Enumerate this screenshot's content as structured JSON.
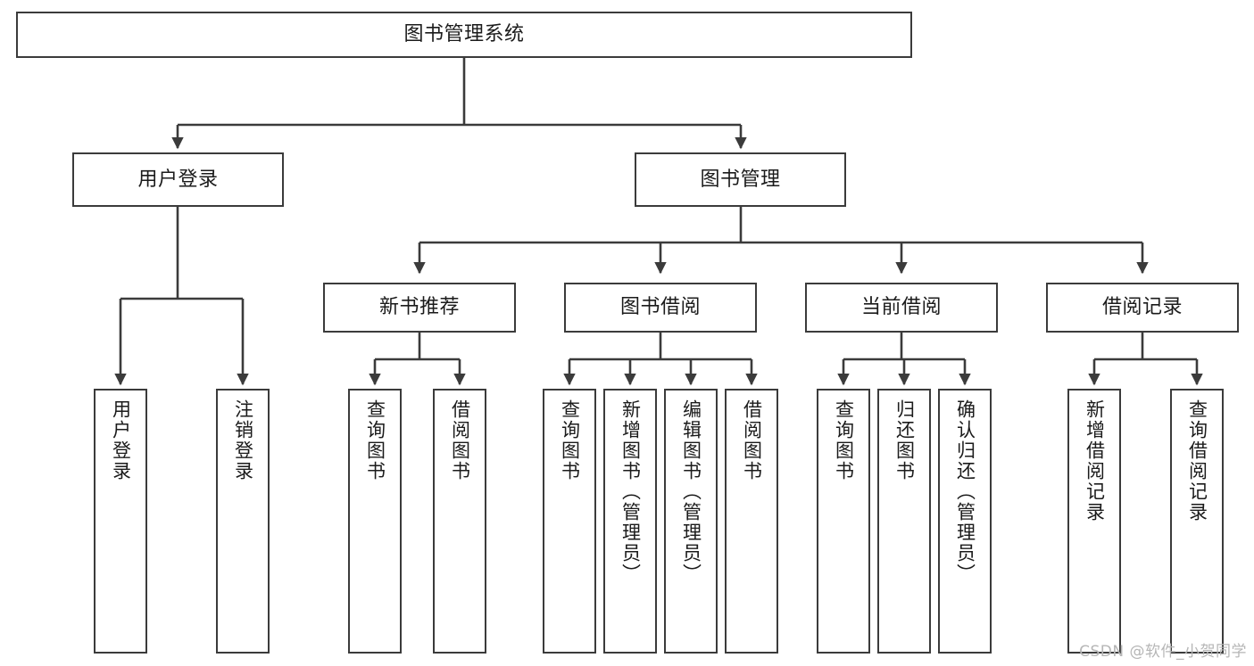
{
  "diagram": {
    "type": "tree",
    "title": "图书管理系统",
    "orientation": "top-down",
    "edge_style": "orthogonal-arrow",
    "colors": {
      "box_border": "#3b3b3b",
      "box_fill": "#ffffff",
      "edge": "#3b3b3b",
      "text": "#1b1b1b",
      "watermark": "#b6b6b6",
      "background": "#ffffff"
    }
  },
  "root": {
    "id": "root",
    "label": "图书管理系统"
  },
  "level2": [
    {
      "id": "user-login",
      "label": "用户登录"
    },
    {
      "id": "book-manage",
      "label": "图书管理"
    }
  ],
  "level3": [
    {
      "id": "new-book-recommend",
      "label": "新书推荐",
      "parent": "book-manage"
    },
    {
      "id": "book-borrow",
      "label": "图书借阅",
      "parent": "book-manage"
    },
    {
      "id": "current-borrow",
      "label": "当前借阅",
      "parent": "book-manage"
    },
    {
      "id": "borrow-record",
      "label": "借阅记录",
      "parent": "book-manage"
    }
  ],
  "leaves": [
    {
      "id": "leaf-user-login",
      "label": "用户登录",
      "parent": "user-login"
    },
    {
      "id": "leaf-user-logout",
      "label": "注销登录",
      "parent": "user-login"
    },
    {
      "id": "leaf-query-book-1",
      "label": "查询图书",
      "parent": "new-book-recommend"
    },
    {
      "id": "leaf-borrow-book-1",
      "label": "借阅图书",
      "parent": "new-book-recommend"
    },
    {
      "id": "leaf-query-book-2",
      "label": "查询图书",
      "parent": "book-borrow"
    },
    {
      "id": "leaf-add-book",
      "label": "新增图书（管理员）",
      "parent": "book-borrow"
    },
    {
      "id": "leaf-edit-book",
      "label": "编辑图书（管理员）",
      "parent": "book-borrow"
    },
    {
      "id": "leaf-borrow-book-2",
      "label": "借阅图书",
      "parent": "book-borrow"
    },
    {
      "id": "leaf-query-book-3",
      "label": "查询图书",
      "parent": "current-borrow"
    },
    {
      "id": "leaf-return-book",
      "label": "归还图书",
      "parent": "current-borrow"
    },
    {
      "id": "leaf-confirm-return",
      "label": "确认归还（管理员）",
      "parent": "current-borrow"
    },
    {
      "id": "leaf-add-record",
      "label": "新增借阅记录",
      "parent": "borrow-record"
    },
    {
      "id": "leaf-query-record",
      "label": "查询借阅记录",
      "parent": "borrow-record"
    }
  ],
  "watermark": {
    "text": "CSDN @软件_小贺同学"
  }
}
